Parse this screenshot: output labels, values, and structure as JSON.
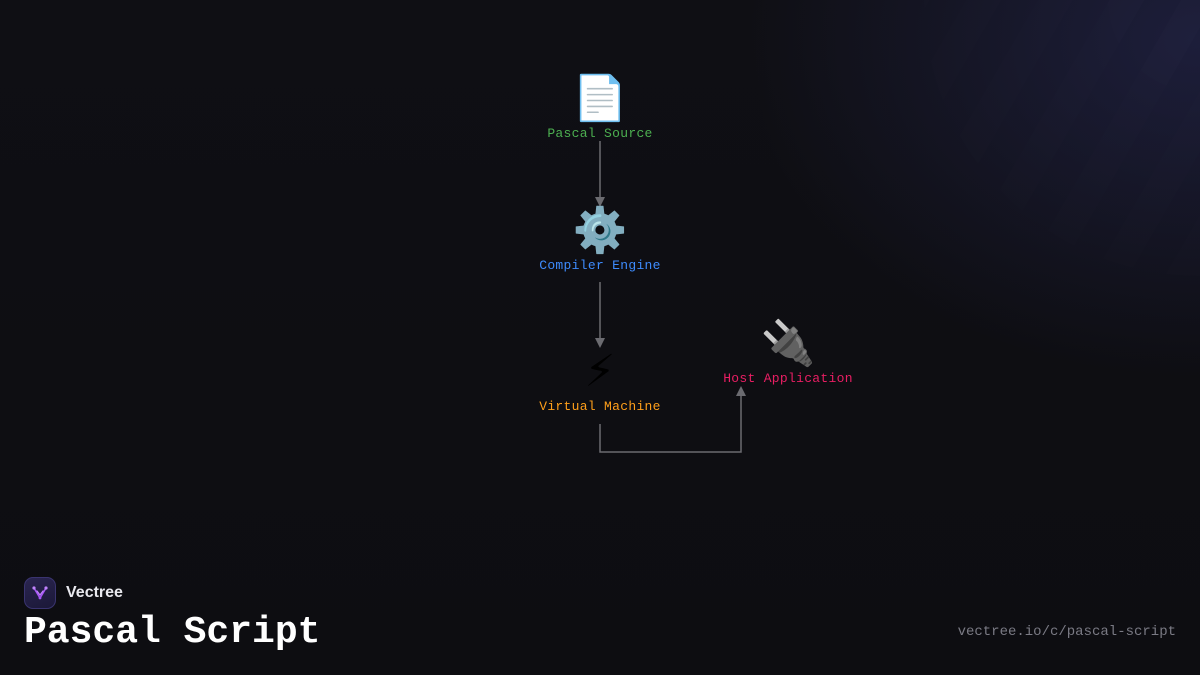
{
  "diagram": {
    "nodes": [
      {
        "id": "pascal-source",
        "label": "Pascal Source",
        "icon": "document-icon",
        "glyph": "📄",
        "color": "#4caf50"
      },
      {
        "id": "compiler-engine",
        "label": "Compiler Engine",
        "icon": "gear-icon",
        "glyph": "⚙️",
        "color": "#3d8bfd"
      },
      {
        "id": "virtual-machine",
        "label": "Virtual Machine",
        "icon": "lightning-icon",
        "glyph": "⚡",
        "color": "#ff9f1a"
      },
      {
        "id": "host-application",
        "label": "Host Application",
        "icon": "plug-icon",
        "glyph": "🔌",
        "color": "#e91e63"
      }
    ],
    "edges": [
      {
        "from": "pascal-source",
        "to": "compiler-engine"
      },
      {
        "from": "compiler-engine",
        "to": "virtual-machine"
      },
      {
        "from": "virtual-machine",
        "to": "host-application"
      }
    ],
    "edge_color": "#6b6b70"
  },
  "brand": {
    "name": "Vectree",
    "logo_icon": "vectree-logo-icon",
    "accent_color": "#a855f7"
  },
  "page": {
    "title": "Pascal Script",
    "url": "vectree.io/c/pascal-script"
  }
}
